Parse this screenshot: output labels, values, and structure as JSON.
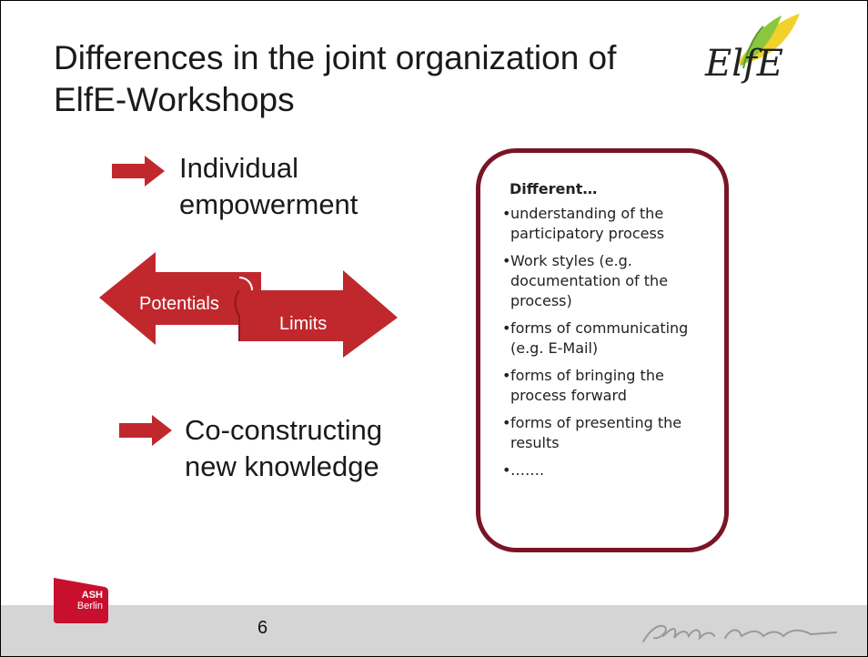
{
  "slide": {
    "title_lines": [
      "Differences in the joint organization of",
      "ElfE-Workshops"
    ],
    "logo_text": "ElfE",
    "bullets": {
      "first": [
        "Individual",
        "empowerment"
      ],
      "second": [
        "Co-constructing",
        "new knowledge"
      ]
    },
    "diagram": {
      "left_label": "Potentials",
      "right_label": "Limits"
    },
    "box": {
      "heading": "Different…",
      "items": [
        "understanding of the participatory process",
        "Work styles (e.g. documentation of the process)",
        "forms of communicating (e.g. E-Mail)",
        "forms of bringing the process forward",
        "forms of presenting the results",
        "……."
      ]
    },
    "footer": {
      "page_number": "6",
      "badge_lines": [
        "ASH",
        "Berlin"
      ]
    },
    "colors": {
      "accent": "#c0282d",
      "box_border": "#7a1426",
      "footer": "#d5d5d5"
    }
  }
}
